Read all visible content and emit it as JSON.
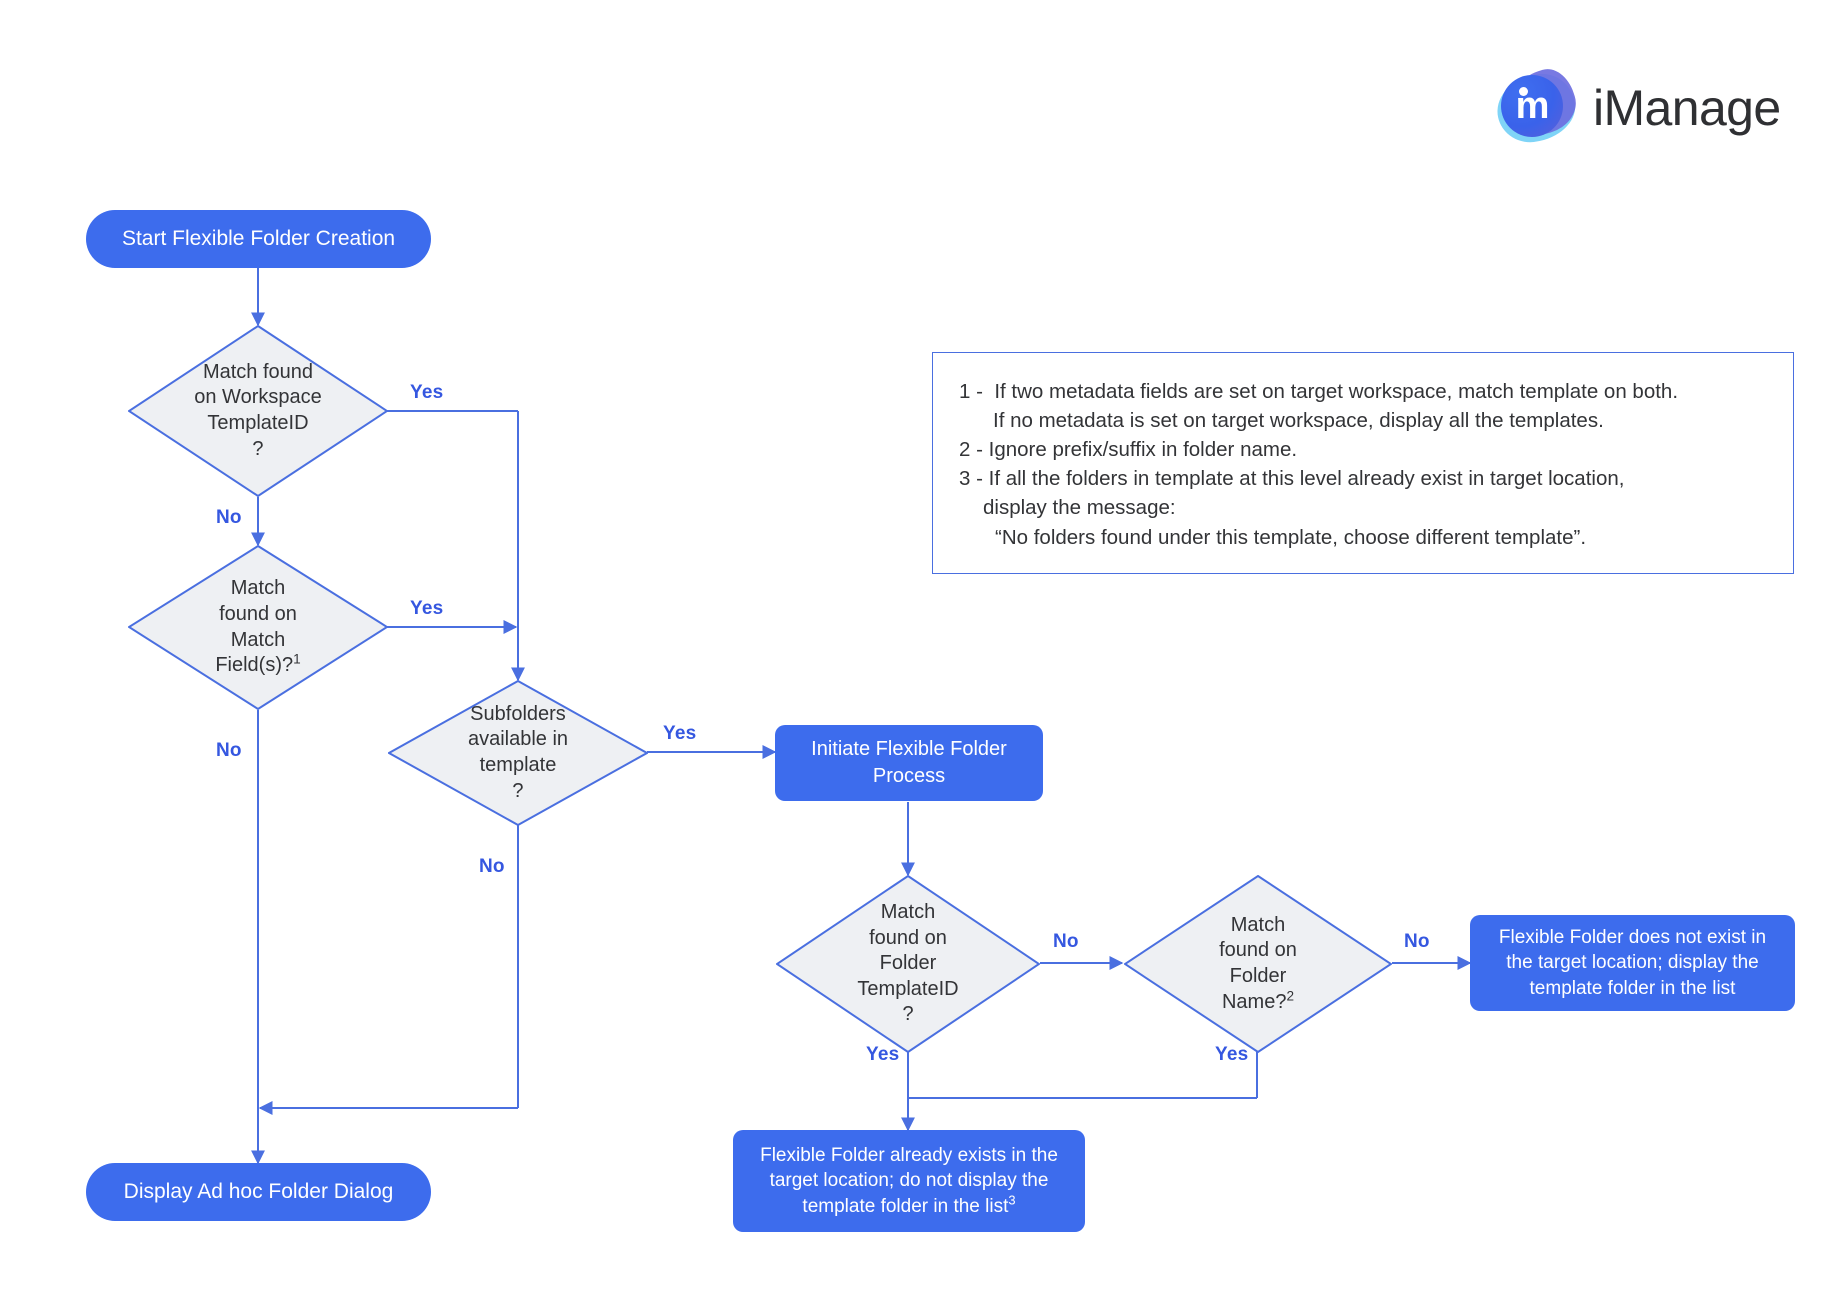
{
  "brand": {
    "logo_text": "iManage",
    "logo_mark_letter": "m",
    "accent_blue": "#3d6ced",
    "line_blue": "#4a6fe0",
    "label_blue": "#3557e0",
    "diamond_fill": "#eef0f3",
    "text_dark": "#333437"
  },
  "nodes": {
    "start": {
      "label": "Start Flexible Folder Creation"
    },
    "d_workspace_template": {
      "label": "Match found\non Workspace\nTemplateID\n?"
    },
    "d_match_fields": {
      "label": "Match\nfound on\nMatch\nField(s)?",
      "superscript": "1"
    },
    "d_subfolders": {
      "label": "Subfolders\navailable in\ntemplate\n?"
    },
    "initiate": {
      "label": "Initiate Flexible Folder Process"
    },
    "d_folder_templateid": {
      "label": "Match\nfound on\nFolder\nTemplateID\n?"
    },
    "d_folder_name": {
      "label": "Match\nfound on\nFolder\nName?",
      "superscript": "2"
    },
    "not_exist": {
      "label": "Flexible Folder does not exist in the target location; display the template folder in the list"
    },
    "already_exists": {
      "label": "Flexible Folder already exists in the target location; do not display the template folder in the list",
      "superscript": "3"
    },
    "adhoc": {
      "label": "Display Ad hoc Folder Dialog"
    }
  },
  "edge_labels": {
    "workspace_yes": "Yes",
    "workspace_no": "No",
    "match_fields_yes": "Yes",
    "match_fields_no": "No",
    "subfolders_yes": "Yes",
    "subfolders_no": "No",
    "folder_templateid_no": "No",
    "folder_templateid_yes": "Yes",
    "folder_name_no": "No",
    "folder_name_yes": "Yes"
  },
  "legend": {
    "lines": [
      "1 -  If two metadata fields are set on target workspace, match template on both.",
      "If no metadata is set on target workspace, display all the templates.",
      "2 - Ignore prefix/suffix in folder name.",
      "3 - If all the folders in template at this level already exist in target location,",
      "display the message:",
      "“No folders found under this template, choose different template”."
    ]
  }
}
